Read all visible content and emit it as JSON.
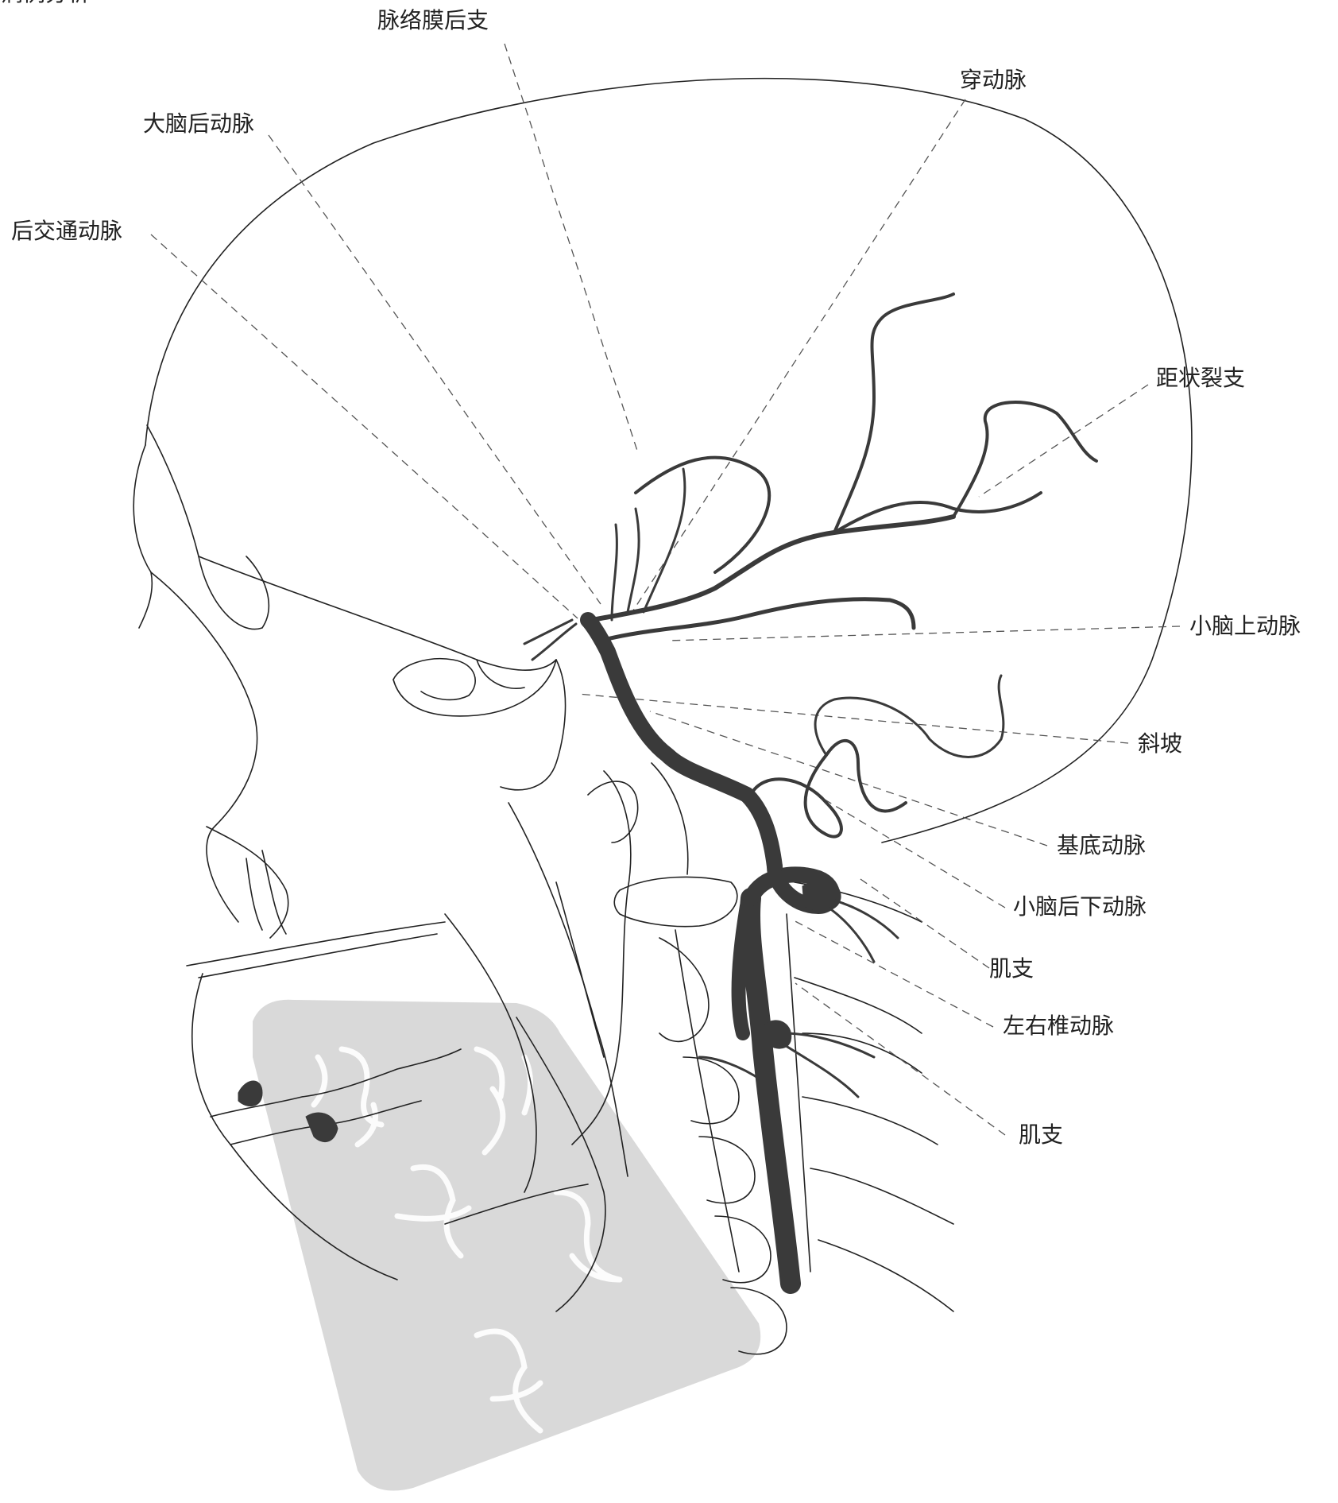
{
  "labels": {
    "choroidal_posterior": "脉络膜后支",
    "perforating": "穿动脉",
    "posterior_cerebral": "大脑后动脉",
    "posterior_communicating": "后交通动脉",
    "calcarine": "距状裂支",
    "superior_cerebellar": "小脑上动脉",
    "clivus": "斜坡",
    "basilar": "基底动脉",
    "pica": "小脑后下动脉",
    "muscular_upper": "肌支",
    "vertebral": "左右椎动脉",
    "muscular_lower": "肌支"
  },
  "watermark": {
    "text": "病例分析"
  },
  "colors": {
    "vessel": "#3a3a3a",
    "line": "#222222",
    "watermark_bg": "#d9d9d9"
  }
}
